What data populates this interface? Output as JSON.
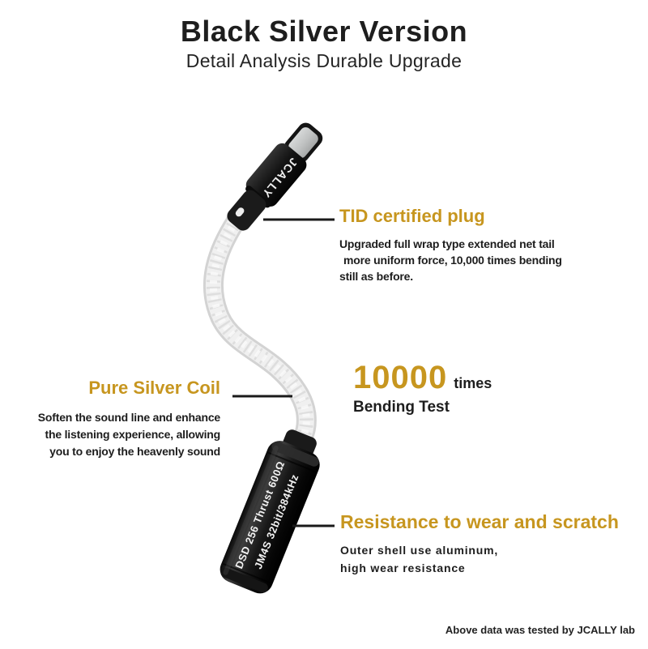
{
  "colors": {
    "accent_gold": "#c7961f",
    "ink": "#1f1f1f",
    "cable_silver": "#e9e9e9",
    "shell_black": "#121212"
  },
  "header": {
    "title": "Black Silver Version",
    "subtitle": "Detail Analysis Durable Upgrade"
  },
  "product": {
    "plug_brand": "JCALLY",
    "shell_line1": "JM4S 32bit/384kHz",
    "shell_line2": "DSD 256 Thrust 600Ω"
  },
  "callouts": {
    "tid": {
      "title": "TID certified plug",
      "lines": [
        "Upgraded full wrap type extended net tail",
        "more uniform force, 10,000 times bending",
        "still as before."
      ]
    },
    "coil": {
      "title": "Pure Silver Coil",
      "lines": [
        "Soften the sound line and enhance",
        "the listening experience, allowing",
        "you to enjoy the heavenly sound"
      ]
    },
    "bend": {
      "number": "10000",
      "unit": "times",
      "label": "Bending Test"
    },
    "wear": {
      "title": "Resistance to wear and scratch",
      "lines": [
        "Outer shell use aluminum,",
        "high wear resistance"
      ]
    }
  },
  "footer": {
    "note": "Above data was tested by JCALLY lab"
  }
}
